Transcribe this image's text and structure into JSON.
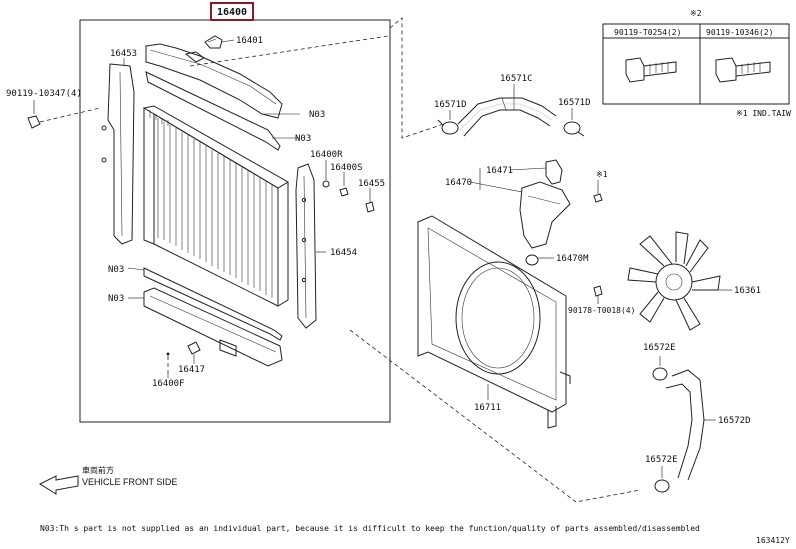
{
  "title_part": "16400",
  "labels": {
    "p16401": "16401",
    "p16453": "16453",
    "p90119_10347": "90119-10347(4)",
    "n03_a": "N03",
    "n03_b": "N03",
    "n03_c": "N03",
    "n03_d": "N03",
    "p16400r": "16400R",
    "p16400s": "16400S",
    "p16455": "16455",
    "p16454": "16454",
    "p16417": "16417",
    "p16400f": "16400F",
    "p16571c": "16571C",
    "p16571d_l": "16571D",
    "p16571d_r": "16571D",
    "p16471": "16471",
    "p16470": "16470",
    "star1": "※1",
    "p16470m": "16470M",
    "p16361": "16361",
    "p90178": "90178-T0018(4)",
    "p16711": "16711",
    "p16572e_a": "16572E",
    "p16572e_b": "16572E",
    "p16572d": "16572D"
  },
  "table": {
    "header_note": "※2",
    "col1": "90119-T0254(2)",
    "col2": "90119-10346(2)",
    "footnote": "※1 IND.TAIW"
  },
  "direction": {
    "jp": "車両前方",
    "en": "VEHICLE FRONT SIDE"
  },
  "footer_note": "N03:Th s part is not supplied as an individual part, because it is difficult to keep the function/quality of parts assembled/disassembled",
  "diagram_id": "163412Y"
}
